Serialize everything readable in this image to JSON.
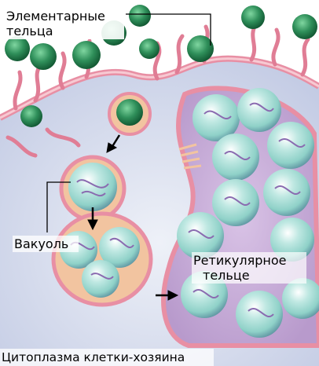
{
  "labels": {
    "elementary_bodies_line1": "Элементарные",
    "elementary_bodies_line2": "тельца",
    "vacuole": "Вакуоль",
    "reticulate_body_line1": "Ретикулярное",
    "reticulate_body_line2": "тельце",
    "host_cytoplasm": "Цитоплазма клетки-хозяина"
  },
  "colors": {
    "cytoplasm": "#d8dff0",
    "membrane_pink": "#e88fa4",
    "membrane_peach": "#f2c4a0",
    "elementary_body_green": "#2f8f5a",
    "reticulate_body_teal": "#8fd1c8",
    "reticulate_body_purple": "#8a6bb0",
    "arrow_black": "#000000"
  }
}
